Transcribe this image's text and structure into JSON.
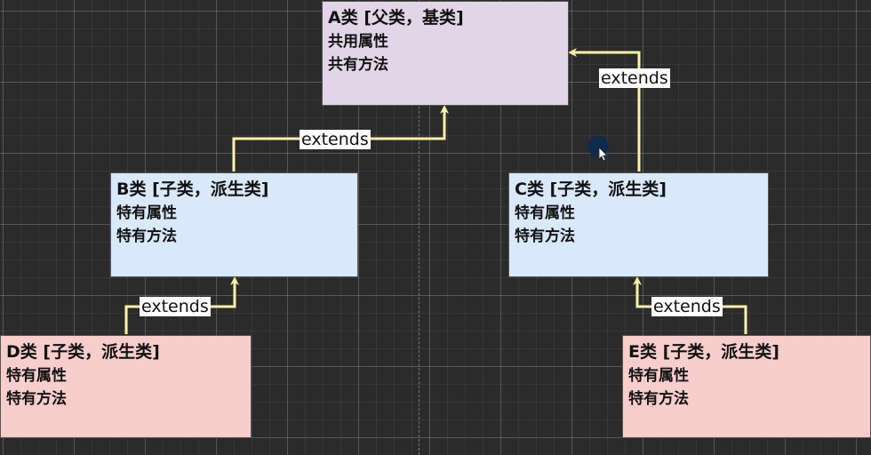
{
  "classes": {
    "a": {
      "title": "A类 [父类，基类]",
      "line1": "共用属性",
      "line2": "共有方法"
    },
    "b": {
      "title": "B类 [子类，派生类]",
      "line1": "特有属性",
      "line2": "特有方法"
    },
    "c": {
      "title": "C类 [子类，派生类]",
      "line1": "特有属性",
      "line2": "特有方法"
    },
    "d": {
      "title": "D类 [子类，派生类]",
      "line1": "特有属性",
      "line2": "特有方法"
    },
    "e": {
      "title": "E类 [子类，派生类]",
      "line1": "特有属性",
      "line2": "特有方法"
    }
  },
  "edges": {
    "b_to_a": "extends",
    "c_to_a": "extends",
    "d_to_b": "extends",
    "e_to_c": "extends"
  },
  "colors": {
    "parent_fill": "#e1d5e7",
    "child_fill": "#dae8fc",
    "grandchild_fill": "#f8cecc",
    "connector": "#fff2a8",
    "canvas": "#2b2b2b"
  }
}
